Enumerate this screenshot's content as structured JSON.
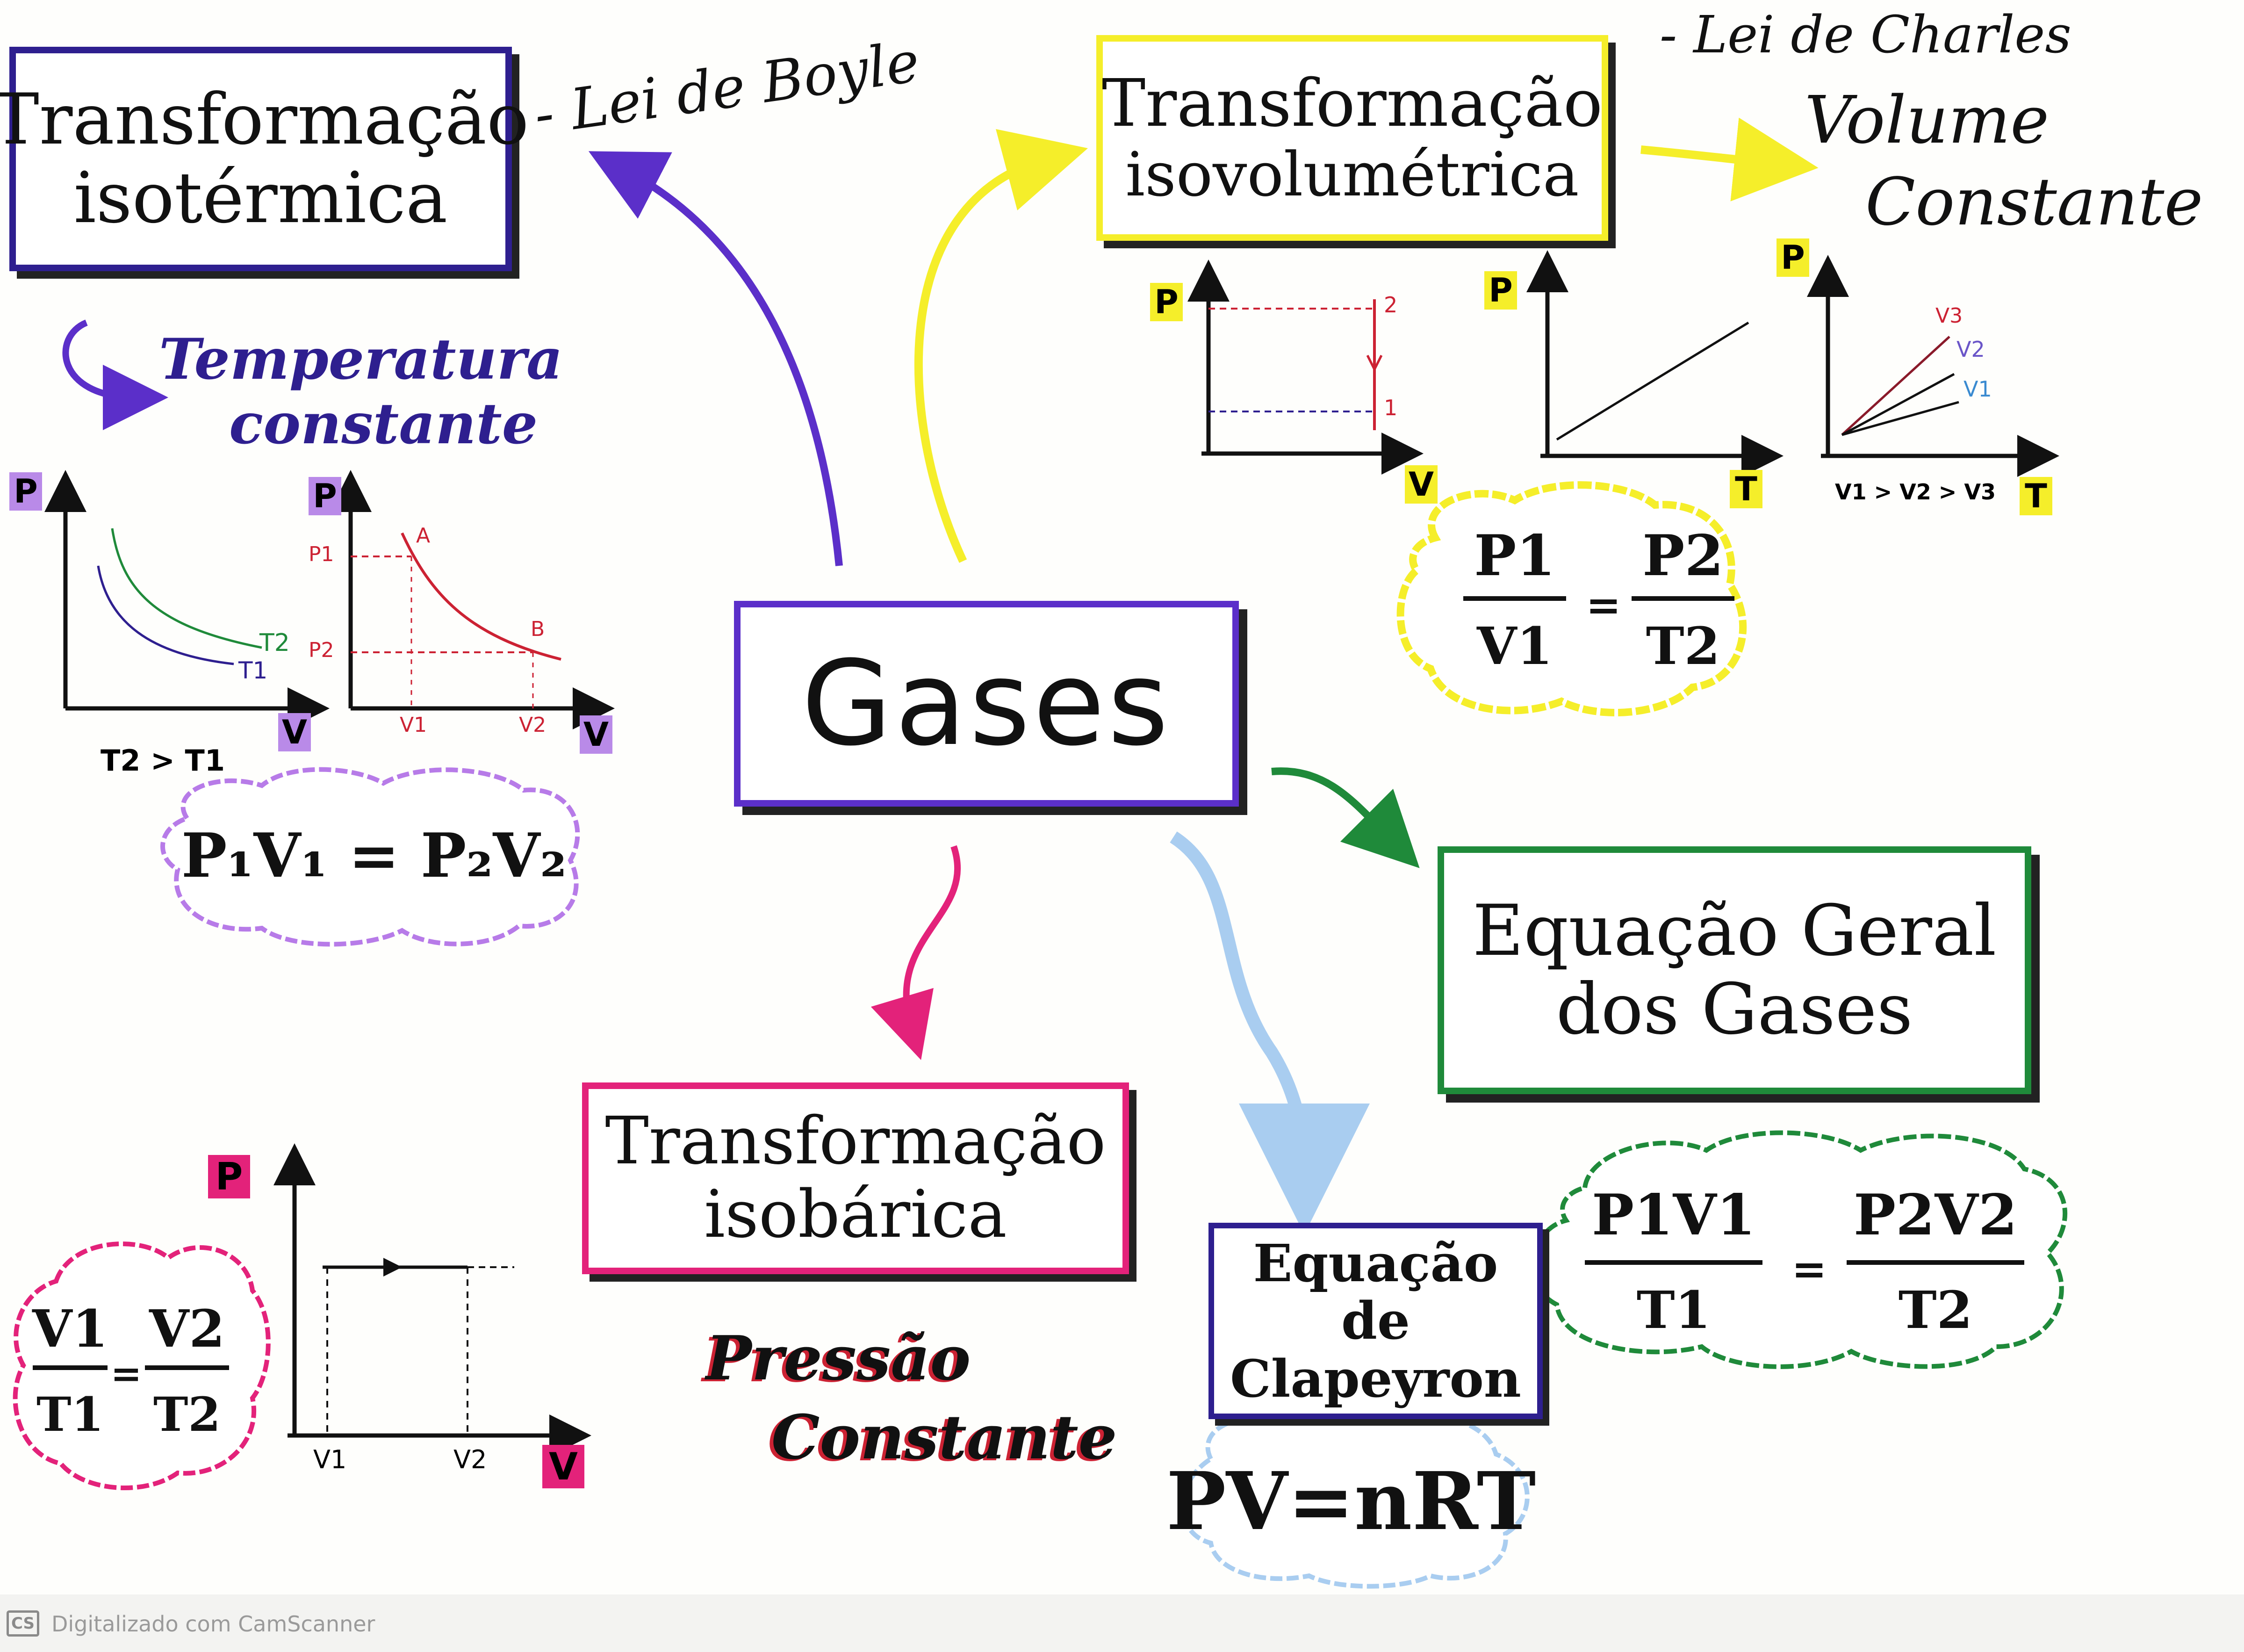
{
  "colors": {
    "purple": "#5b2fc9",
    "yellow": "#f5ee2a",
    "pink": "#e3227a",
    "green": "#1f8a3a",
    "light_blue": "#a9cdf0",
    "dark_purple": "#2e1f8f",
    "red": "#cc2233",
    "ink": "#111111"
  },
  "center": {
    "title": "Gases"
  },
  "isotermica": {
    "title_line1": "Transformação",
    "title_line2": "isotérmica",
    "law": "- Lei de Boyle",
    "note_line1": "Temperatura",
    "note_line2": "constante",
    "formula": "P₁V₁ = P₂V₂",
    "graph1": {
      "y_axis": "P",
      "x_axis": "V",
      "curve_hi": "T2",
      "curve_lo": "T1",
      "caption": "T2 > T1"
    },
    "graph2": {
      "y_axis": "P",
      "x_axis": "V",
      "p1": "P1",
      "p2": "P2",
      "v1": "V1",
      "v2": "V2",
      "pt_a": "A",
      "pt_b": "B"
    }
  },
  "isovolumetrica": {
    "title_line1": "Transformação",
    "title_line2": "isovolumétrica",
    "law": "- Lei de Charles",
    "note_line1": "Volume",
    "note_line2": "Constante",
    "graph1": {
      "y_axis": "P",
      "x_axis": "V",
      "pt_hi": "2",
      "pt_lo": "1"
    },
    "graph2": {
      "y_axis": "P",
      "x_axis": "T"
    },
    "graph3": {
      "y_axis": "P",
      "x_axis": "T",
      "s1": "V3",
      "s2": "V2",
      "s3": "V1",
      "caption": "V1 > V2 > V3"
    },
    "formula": {
      "num_left": "P1",
      "den_left": "V1",
      "num_right": "P2",
      "den_right": "T2"
    }
  },
  "isobarica": {
    "title_line1": "Transformação",
    "title_line2": "isobárica",
    "note_line1": "Pressão",
    "note_line2": "Constante",
    "graph": {
      "y_axis": "P",
      "x_axis": "V",
      "v1": "V1",
      "v2": "V2"
    },
    "formula": {
      "num_left": "V1",
      "den_left": "T1",
      "num_right": "V2",
      "den_right": "T2"
    }
  },
  "geral": {
    "title_line1": "Equação Geral",
    "title_line2": "dos Gases",
    "formula": {
      "num_left": "P1V1",
      "den_left": "T1",
      "num_right": "P2V2",
      "den_right": "T2"
    }
  },
  "clapeyron": {
    "title_line1": "Equação de",
    "title_line2": "Clapeyron",
    "formula": "PV=nRT"
  },
  "footer": {
    "logo": "CS",
    "text": "Digitalizado com CamScanner"
  }
}
